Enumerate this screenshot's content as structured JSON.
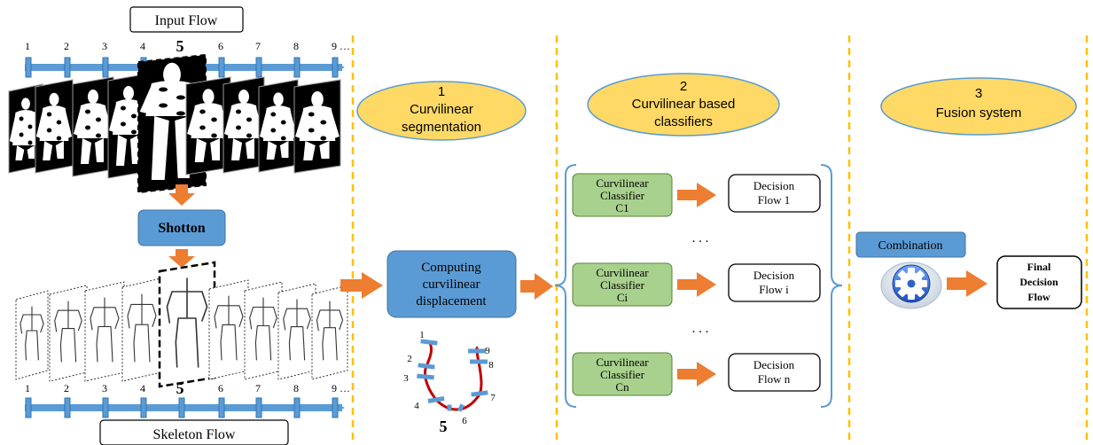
{
  "input_flow": {
    "title": "Input Flow",
    "frame_numbers": [
      "1",
      "2",
      "3",
      "4",
      "5",
      "6",
      "7",
      "8",
      "9 …"
    ]
  },
  "skeleton_flow": {
    "title": "Skeleton Flow",
    "frame_numbers": [
      "1",
      "2",
      "3",
      "4",
      "5",
      "6",
      "7",
      "8",
      "9 …"
    ]
  },
  "shotton": {
    "label": "Shotton"
  },
  "stages": [
    {
      "number": "1",
      "line1": "Curvilinear",
      "line2": "segmentation"
    },
    {
      "number": "2",
      "line1": "Curvilinear based",
      "line2": "classifiers"
    },
    {
      "number": "3",
      "line1": "Fusion system",
      "line2": ""
    }
  ],
  "computing": {
    "line1": "Computing",
    "line2": "curvilinear",
    "line3": "displacement"
  },
  "curve_points": [
    "1",
    "2",
    "3",
    "4",
    "5",
    "6",
    "7",
    "8",
    "9"
  ],
  "classifiers": [
    {
      "line1": "Curvilinear",
      "line2": "Classifier",
      "line3": "C1"
    },
    {
      "line1": "Curvilinear",
      "line2": "Classifier",
      "line3": "Ci"
    },
    {
      "line1": "Curvilinear",
      "line2": "Classifier",
      "line3": "Cn"
    }
  ],
  "decisions": [
    {
      "line1": "Decision",
      "line2": "Flow 1"
    },
    {
      "line1": "Decision",
      "line2": "Flow i"
    },
    {
      "line1": "Decision",
      "line2": "Flow n"
    }
  ],
  "ellipsis": ". . .",
  "combination": {
    "label": "Combination"
  },
  "final": {
    "line1": "Final",
    "line2": "Decision",
    "line3": "Flow"
  },
  "colors": {
    "blue_box": "#5b9bd5",
    "green_box": "#a9d18e",
    "yellow_ellipse": "#ffd966",
    "orange_arrow": "#ed7d31",
    "timeline": "#5b9bd5",
    "dashed_separator": "#ffc000",
    "curve": "#c00000"
  }
}
